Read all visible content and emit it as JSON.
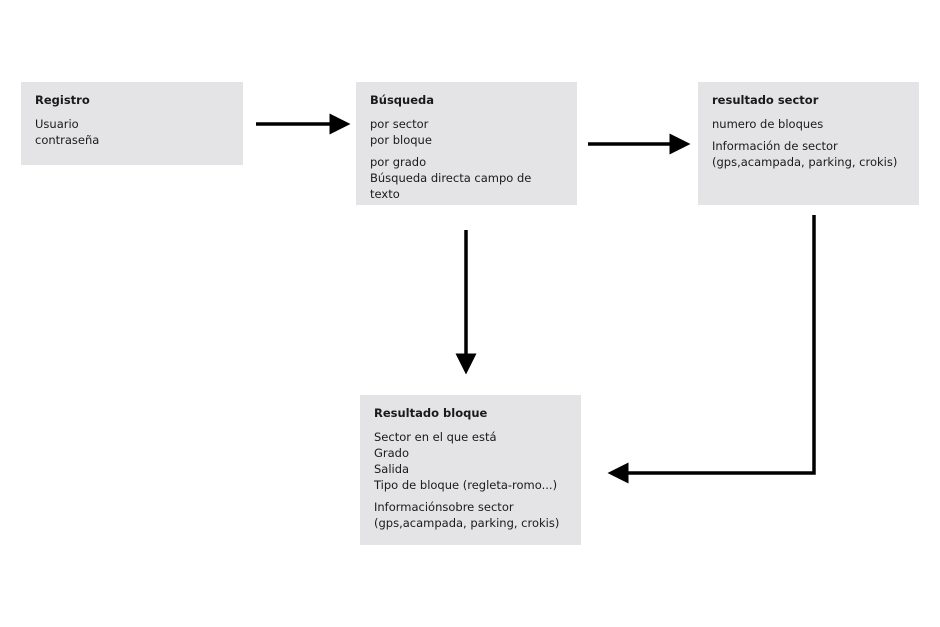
{
  "registro": {
    "title": "Registro",
    "lines": [
      "Usuario",
      "contraseña"
    ]
  },
  "busqueda": {
    "title": "Búsqueda",
    "lines": [
      "por sector",
      "por bloque",
      "por grado",
      "Búsqueda directa campo de texto"
    ]
  },
  "resultado_sector": {
    "title": "resultado sector",
    "lines": [
      "numero de bloques",
      "Información de sector",
      "(gps,acampada, parking, crokis)"
    ]
  },
  "resultado_bloque": {
    "title": "Resultado bloque",
    "lines": [
      "Sector en el que está",
      "Grado",
      "Salida",
      "Tipo de bloque (regleta-romo...)",
      "Informaciónsobre sector",
      "(gps,acampada, parking, crokis)"
    ]
  },
  "colors": {
    "box": "#e4e4e6",
    "arrow": "#000000"
  }
}
